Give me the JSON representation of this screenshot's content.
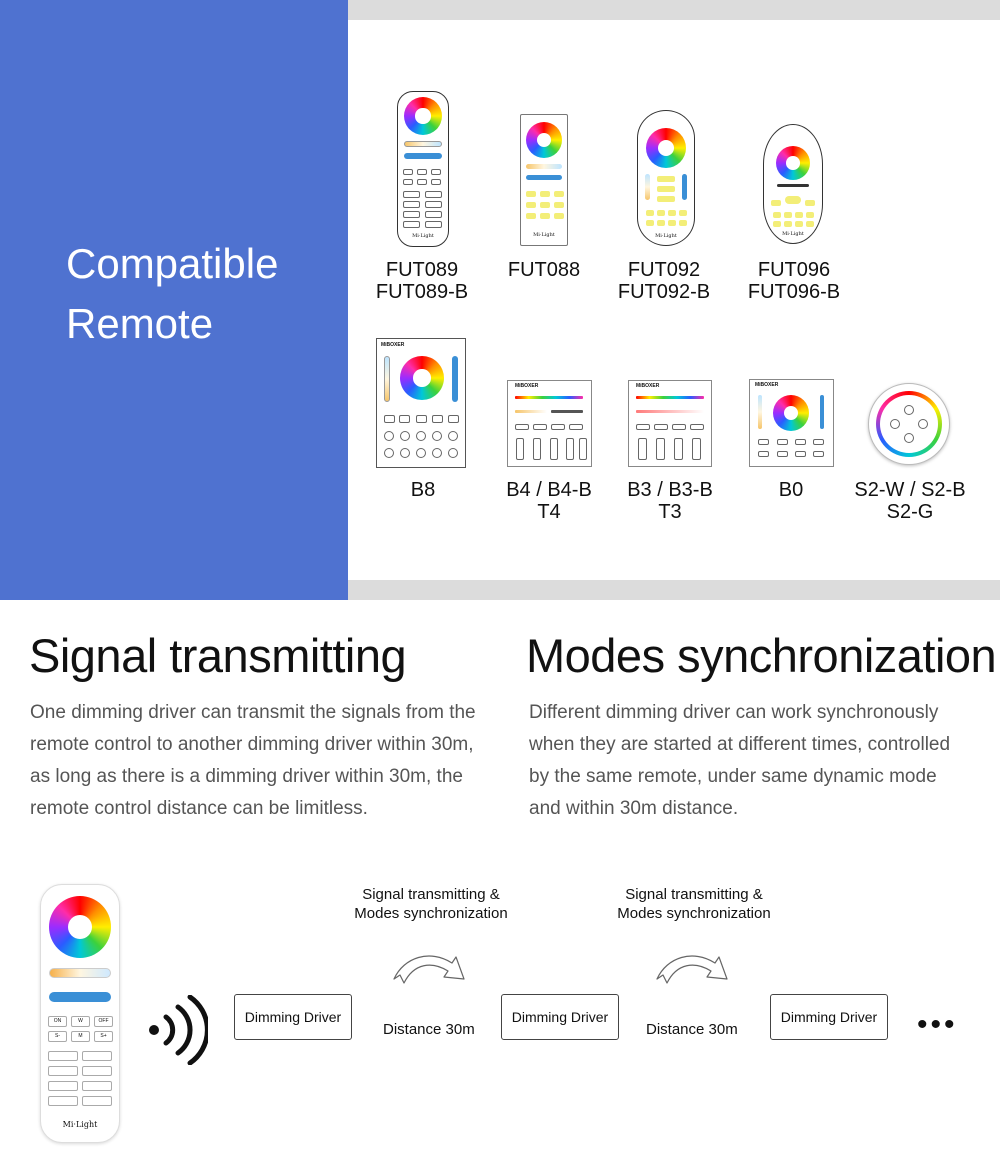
{
  "compatible": {
    "title_line1": "Compatible",
    "title_line2": "Remote",
    "remotes": [
      {
        "line1": "FUT089",
        "line2": "FUT089-B"
      },
      {
        "line1": "FUT088",
        "line2": ""
      },
      {
        "line1": "FUT092",
        "line2": "FUT092-B"
      },
      {
        "line1": "FUT096",
        "line2": "FUT096-B"
      },
      {
        "line1": "B8",
        "line2": ""
      },
      {
        "line1": "B4 / B4-B",
        "line2": "T4"
      },
      {
        "line1": "B3 / B3-B",
        "line2": "T3"
      },
      {
        "line1": "B0",
        "line2": ""
      },
      {
        "line1": "S2-W / S2-B",
        "line2": "S2-G"
      }
    ],
    "brand_mark": "Mi·Light",
    "panel_brand": "MiBOXER"
  },
  "signal": {
    "heading": "Signal transmitting",
    "body": "One dimming driver can transmit the signals from the remote control to another dimming driver within 30m, as long as there is a dimming driver within 30m, the remote control distance can be limitless."
  },
  "sync": {
    "heading": "Modes synchronization",
    "body": "Different dimming driver can work synchronously when they are started at different times, controlled by the same remote, under same dynamic mode and within 30m distance."
  },
  "diagram": {
    "caption_line1": "Signal transmitting &",
    "caption_line2": "Modes synchronization",
    "driver_label": "Dimming Driver",
    "distance_label": "Distance 30m",
    "ellipsis": "•••",
    "remote_brand": "Mi·Light",
    "remote_buttons": [
      "ON",
      "W",
      "OFF",
      "S-",
      "M",
      "S+"
    ]
  },
  "colors": {
    "blue_panel": "#4f72d0",
    "gray_bar": "#dcdcdc",
    "body_text": "#555555"
  }
}
